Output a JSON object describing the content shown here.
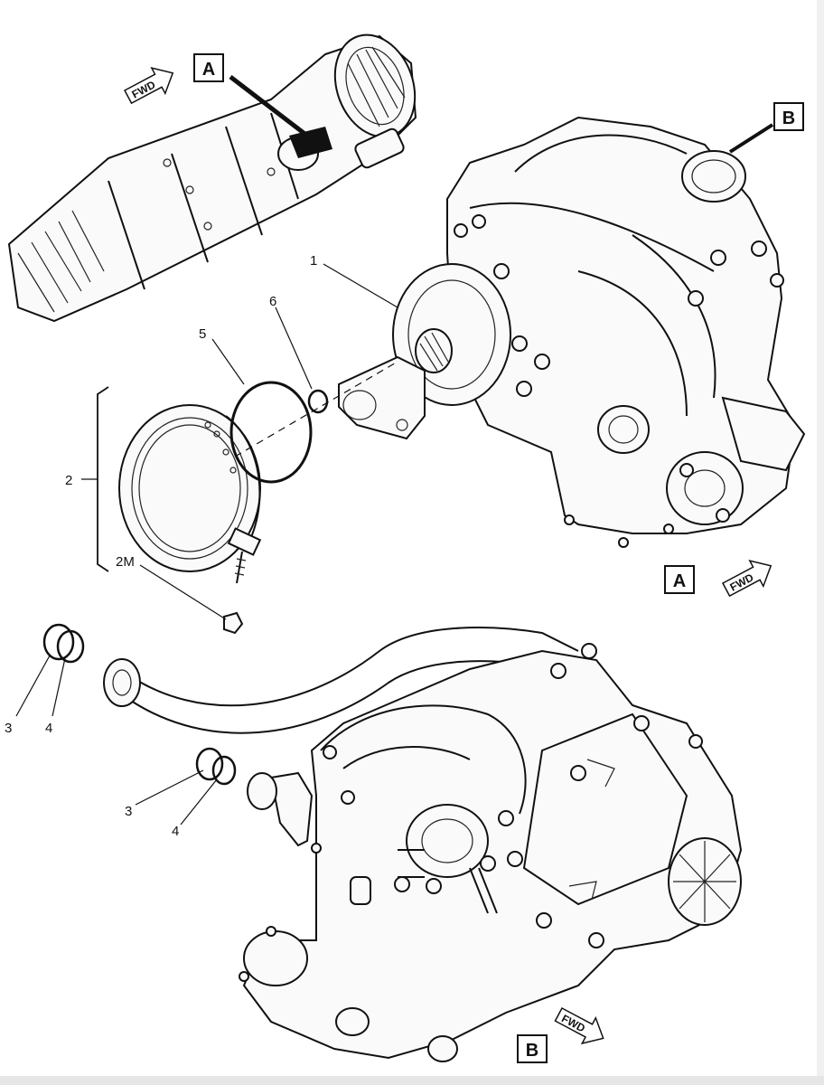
{
  "callouts": {
    "c1": "1",
    "c2": "2",
    "c2m": "2M",
    "c3a": "3",
    "c4a": "4",
    "c3b": "3",
    "c4b": "4",
    "c5": "5",
    "c6": "6"
  },
  "detail_labels": {
    "a_top": "A",
    "b_top": "B",
    "a_bottom": "A",
    "b_bottom": "B"
  },
  "fwd_arrows": {
    "top": "FWD",
    "middle": "FWD",
    "bottom": "FWD"
  }
}
